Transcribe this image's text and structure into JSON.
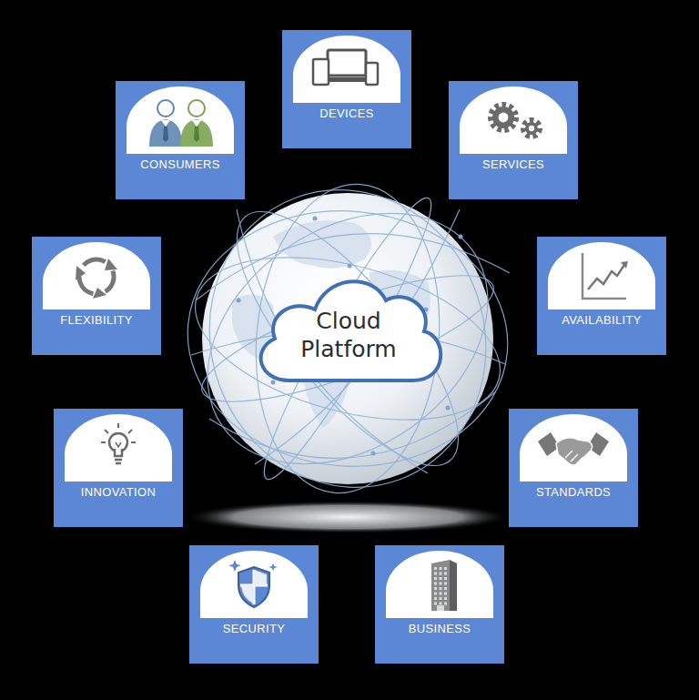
{
  "diagram": {
    "nodes": [
      {
        "text": [
          "DEVICES"
        ]
      },
      {
        "text": [
          "CONSUMERS"
        ]
      },
      {
        "text": [
          "SERVICES"
        ]
      },
      {
        "text": [
          "FLEXIBILITY"
        ]
      },
      {
        "text": [
          "Cloud Platform"
        ]
      },
      {
        "text": [
          "AVAILABILITY"
        ]
      },
      {
        "text": [
          "INNOVATION"
        ]
      },
      {
        "text": [
          "STANDARDS"
        ]
      },
      {
        "text": [
          "SECURITY"
        ]
      },
      {
        "text": [
          "BUSINESS"
        ]
      }
    ]
  }
}
